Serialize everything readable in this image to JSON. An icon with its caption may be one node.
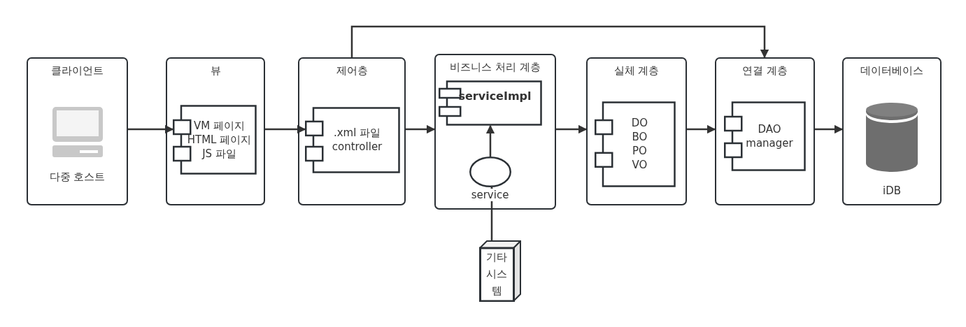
{
  "diagram": {
    "nodes": [
      {
        "text": [
          "클라이언트",
          "다중 호스트"
        ]
      },
      {
        "text": [
          "뷰"
        ]
      },
      {
        "text": [
          "VM 페이지 HTML 페이지 JS 파일"
        ],
        "in": 1
      },
      {
        "text": [
          "제어층"
        ]
      },
      {
        "text": [
          ".xml 파일 controller"
        ],
        "in": 3
      },
      {
        "text": [
          "비즈니스 처리 계층"
        ]
      },
      {
        "text": [
          "serviceImpl"
        ],
        "in": 5
      },
      {
        "text": [],
        "shape": "circle",
        "beside": [
          "service"
        ],
        "in": 5
      },
      {
        "text": [
          "실체 계층"
        ]
      },
      {
        "text": [
          "DO BO PO VO"
        ],
        "in": 8
      },
      {
        "text": [
          "연결 계층"
        ]
      },
      {
        "text": [
          "DAO manager"
        ],
        "in": 10
      },
      {
        "text": [
          "데이터베이스",
          "iDB"
        ]
      },
      {
        "text": [
          "기타 시스템"
        ]
      }
    ],
    "edges": [
      {
        "from": 0,
        "to": 2,
        "arrow": "to"
      },
      {
        "from": 1,
        "to": 4,
        "arrow": "to"
      },
      {
        "from": 3,
        "to": 5,
        "arrow": "to"
      },
      {
        "from": 3,
        "to": 10,
        "arrow": "to"
      },
      {
        "from": 7,
        "to": 6,
        "arrow": "to"
      },
      {
        "from": 13,
        "to": 7,
        "arrow": "to"
      },
      {
        "from": 5,
        "to": 8,
        "arrow": "to"
      },
      {
        "from": 8,
        "to": 10,
        "arrow": "to"
      },
      {
        "from": 10,
        "to": 12,
        "arrow": "to"
      }
    ]
  }
}
